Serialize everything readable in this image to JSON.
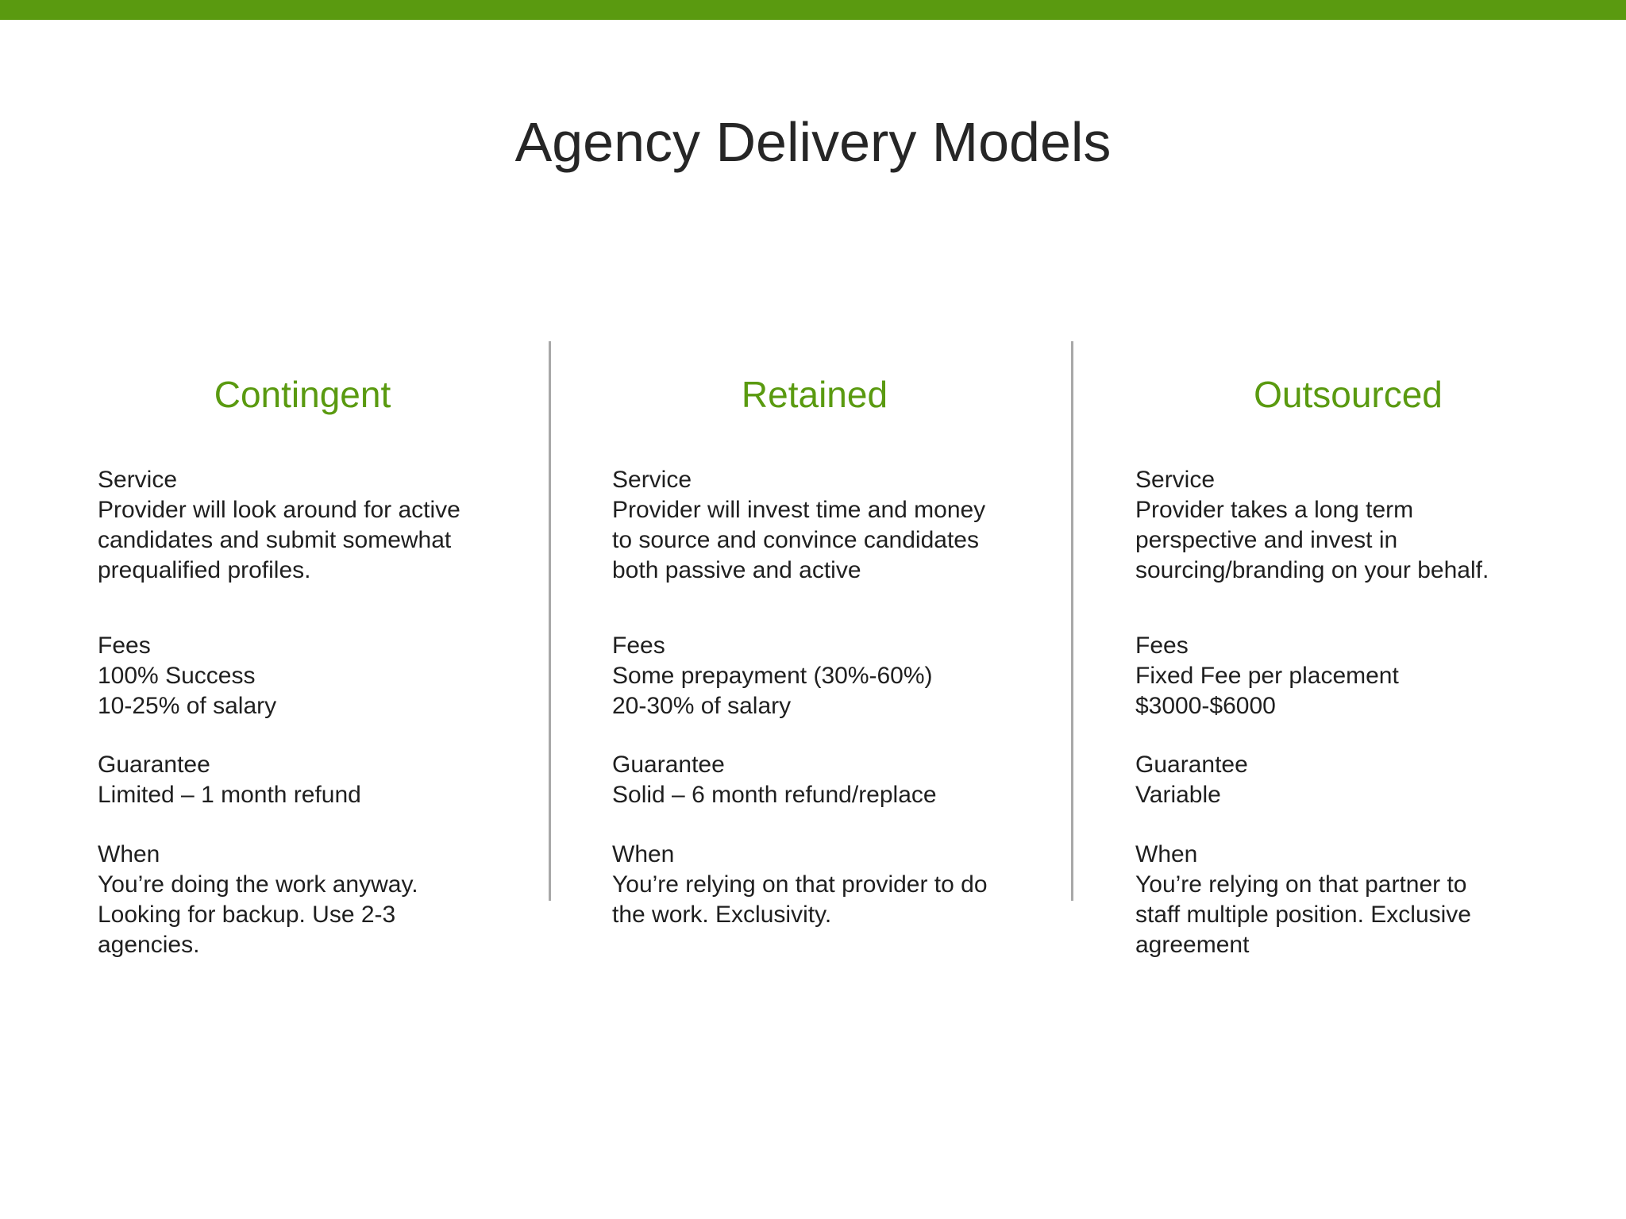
{
  "slide": {
    "title": "Agency Delivery Models"
  },
  "columns": [
    {
      "heading": "Contingent",
      "service": {
        "label": "Service",
        "lines": [
          "Provider will look around for active",
          "candidates and submit somewhat",
          "prequalified profiles."
        ]
      },
      "fees": {
        "label": "Fees",
        "lines": [
          "100% Success",
          "10-25% of salary"
        ]
      },
      "guarantee": {
        "label": "Guarantee",
        "lines": [
          "Limited – 1 month refund"
        ]
      },
      "when": {
        "label": "When",
        "lines": [
          "You’re doing the work anyway.",
          "Looking for backup. Use 2-3",
          "agencies."
        ]
      }
    },
    {
      "heading": "Retained",
      "service": {
        "label": "Service",
        "lines": [
          "Provider will invest time and money",
          "to source and convince candidates",
          "both passive and active"
        ]
      },
      "fees": {
        "label": "Fees",
        "lines": [
          "Some prepayment (30%-60%)",
          "20-30% of salary"
        ]
      },
      "guarantee": {
        "label": "Guarantee",
        "lines": [
          "Solid – 6 month refund/replace"
        ]
      },
      "when": {
        "label": "When",
        "lines": [
          "You’re relying on that provider to do",
          "the work. Exclusivity."
        ]
      }
    },
    {
      "heading": "Outsourced",
      "service": {
        "label": "Service",
        "lines": [
          "Provider takes a long term",
          "perspective and invest in",
          "sourcing/branding on your behalf."
        ]
      },
      "fees": {
        "label": "Fees",
        "lines": [
          "Fixed Fee per placement",
          "$3000-$6000"
        ]
      },
      "guarantee": {
        "label": "Guarantee",
        "lines": [
          "Variable"
        ]
      },
      "when": {
        "label": "When",
        "lines": [
          "You’re relying on that partner to",
          "staff multiple position. Exclusive",
          "agreement"
        ]
      }
    }
  ],
  "colors": {
    "accent": "#5a9a10",
    "text": "#1f1f1f",
    "divider": "#a8a8a8"
  }
}
